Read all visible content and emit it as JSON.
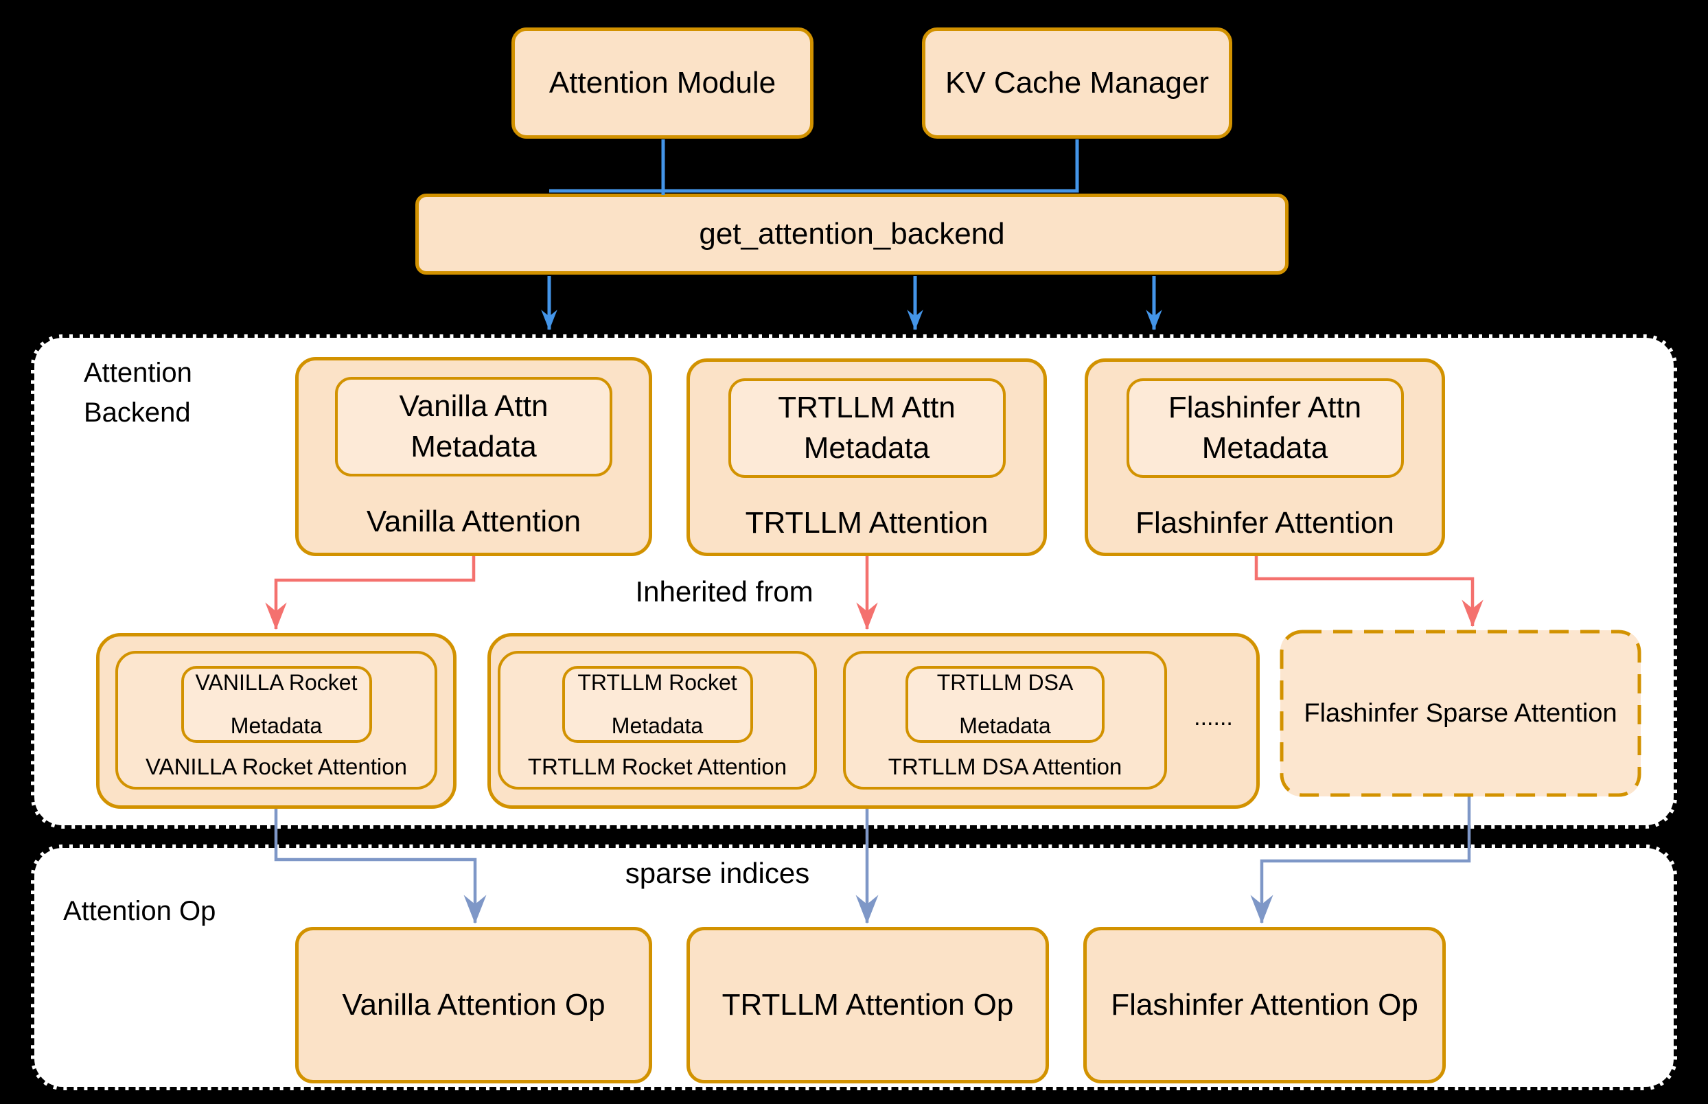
{
  "colors": {
    "background": "#000000",
    "container_fill": "#FFFFFF",
    "container_border": "#000000",
    "node_stroke": "#D29200",
    "node_fill": "#FBE2C7",
    "node_fill_mid": "#FCE6CF",
    "node_fill_inner": "#FDEAD7",
    "edge_blue": "#4495E8",
    "edge_red": "#F4716E",
    "edge_slate": "#7E97C7",
    "text": "#000000"
  },
  "top": {
    "attention_module": "Attention Module",
    "kv_cache_manager": "KV Cache Manager",
    "get_attention_backend": "get_attention_backend"
  },
  "backend_section": {
    "label_line1": "Attention",
    "label_line2": "Backend",
    "inherited_from_label": "Inherited from",
    "backends": [
      {
        "metadata": "Vanilla Attn Metadata",
        "name": "Vanilla Attention"
      },
      {
        "metadata": "TRTLLM Attn Metadata",
        "name": "TRTLLM Attention"
      },
      {
        "metadata": "Flashinfer Attn Metadata",
        "name": "Flashinfer Attention"
      }
    ],
    "inherited": {
      "vanilla_rocket": {
        "metadata_line1": "VANILLA Rocket",
        "metadata_line2": "Metadata",
        "name": "VANILLA Rocket Attention"
      },
      "trtllm_rocket": {
        "metadata_line1": "TRTLLM Rocket",
        "metadata_line2": "Metadata",
        "name": "TRTLLM Rocket Attention"
      },
      "trtllm_dsa": {
        "metadata_line1": "TRTLLM DSA",
        "metadata_line2": "Metadata",
        "name": "TRTLLM DSA Attention"
      },
      "ellipsis": "......",
      "flashinfer_sparse": {
        "name": "Flashinfer Sparse Attention"
      }
    }
  },
  "op_section": {
    "label": "Attention Op",
    "sparse_indices_label": "sparse indices",
    "ops": [
      {
        "name": "Vanilla Attention Op"
      },
      {
        "name": "TRTLLM Attention Op"
      },
      {
        "name": "Flashinfer Attention Op"
      }
    ]
  }
}
